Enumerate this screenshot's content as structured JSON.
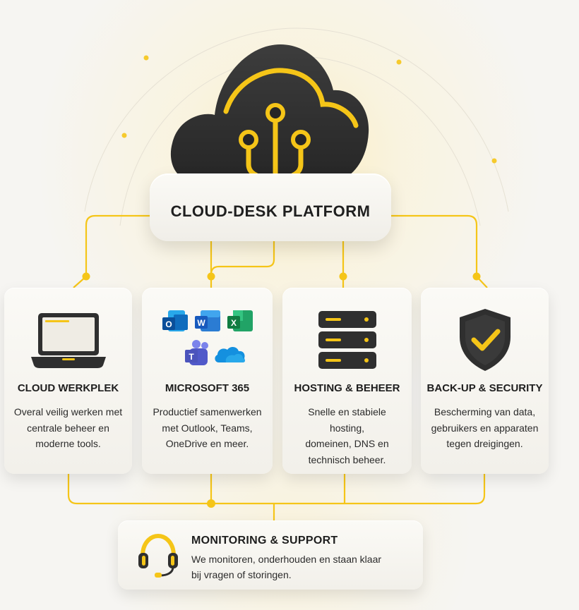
{
  "platform": {
    "title": "CLOUD-DESK PLATFORM"
  },
  "cards": [
    {
      "title": "CLOUD WERKPLEK",
      "lines": [
        "Overal veilig werken met",
        "centrale beheer en",
        "moderne tools."
      ],
      "icon": "laptop-icon"
    },
    {
      "title": "MICROSOFT 365",
      "lines": [
        "Productief samenwerken",
        "met Outlook, Teams,",
        "OneDrive en meer."
      ],
      "icon": "microsoft-365-apps-icon"
    },
    {
      "title": "HOSTING & BEHEER",
      "lines": [
        "Snelle en stabiele hosting,",
        "domeinen, DNS en",
        "technisch beheer."
      ],
      "icon": "server-rack-icon"
    },
    {
      "title": "BACK-UP & SECURITY",
      "lines": [
        "Bescherming van data,",
        "gebruikers en apparaten",
        "tegen dreigingen."
      ],
      "icon": "shield-check-icon"
    }
  ],
  "monitoring": {
    "title": "MONITORING & SUPPORT",
    "lines": [
      "We monitoren, onderhouden en staan klaar",
      "bij vragen of storingen."
    ],
    "icon": "headset-icon"
  },
  "app_letters": {
    "outlook": "O",
    "word": "W",
    "excel": "X",
    "teams": "T"
  },
  "colors": {
    "accent": "#f5c518",
    "dark": "#2e2e2e",
    "card_bg": "#f7f5f0",
    "text": "#1e1e1e"
  }
}
